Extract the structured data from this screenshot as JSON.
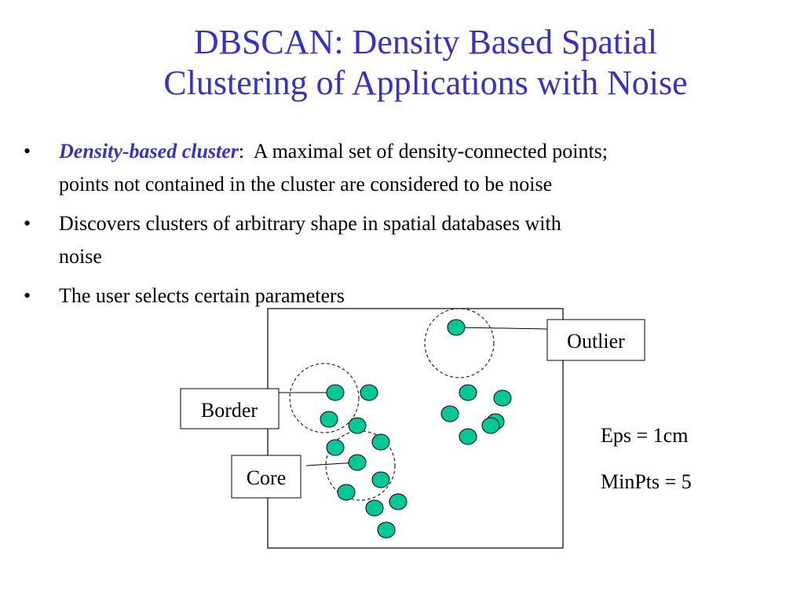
{
  "title": {
    "line1": "DBSCAN: Density Based Spatial",
    "line2": "Clustering of Applications with Noise"
  },
  "bullets": [
    {
      "marker": "•",
      "term": "Density-based cluster",
      "term_suffix": ":",
      "line1_rest": "  A maximal set of density-connected points;",
      "line2": "points not contained in the cluster are considered to be noise"
    },
    {
      "marker": "•",
      "line1": "Discovers clusters of arbitrary shape in spatial databases with",
      "line2": "noise"
    },
    {
      "marker": "•",
      "line1": "The user selects certain parameters"
    }
  ],
  "diagram": {
    "labels": {
      "outlier": "Outlier",
      "border": "Border",
      "core": "Core"
    },
    "params": {
      "eps": "Eps = 1cm",
      "minpts": "MinPts = 5"
    },
    "colors": {
      "point_fill": "#00c896",
      "point_stroke": "#000000",
      "title": "#3333cc",
      "emphasis": "#3333cc"
    }
  }
}
